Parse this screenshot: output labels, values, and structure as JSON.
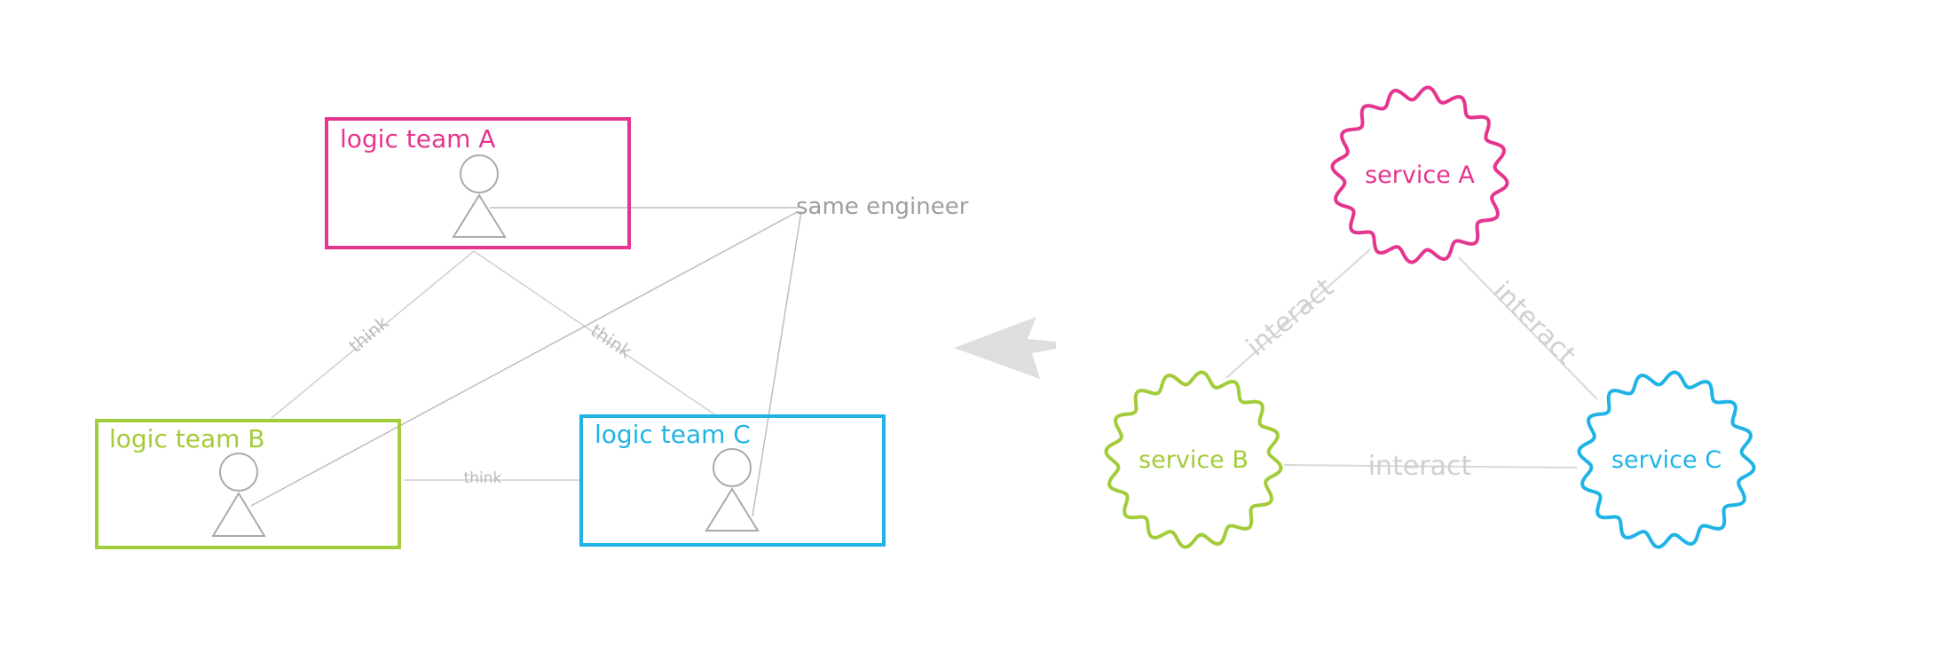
{
  "teams": [
    {
      "label": "logic team A",
      "color": "#e5358f"
    },
    {
      "label": "logic team B",
      "color": "#a2cc3a"
    },
    {
      "label": "logic team C",
      "color": "#20b4e6"
    }
  ],
  "engineer_label": "same engineer",
  "team_edges": [
    "think",
    "think",
    "think"
  ],
  "services": [
    {
      "label": "service A",
      "color": "#e5358f"
    },
    {
      "label": "service B",
      "color": "#a2cc3a"
    },
    {
      "label": "service C",
      "color": "#20b4e6"
    }
  ],
  "service_edges": [
    "interact",
    "interact",
    "interact"
  ],
  "colors": {
    "line": "#bdbdbd",
    "label": "#9e9e9e",
    "faint_label": "#cccccc",
    "arrow": "#dedede"
  }
}
